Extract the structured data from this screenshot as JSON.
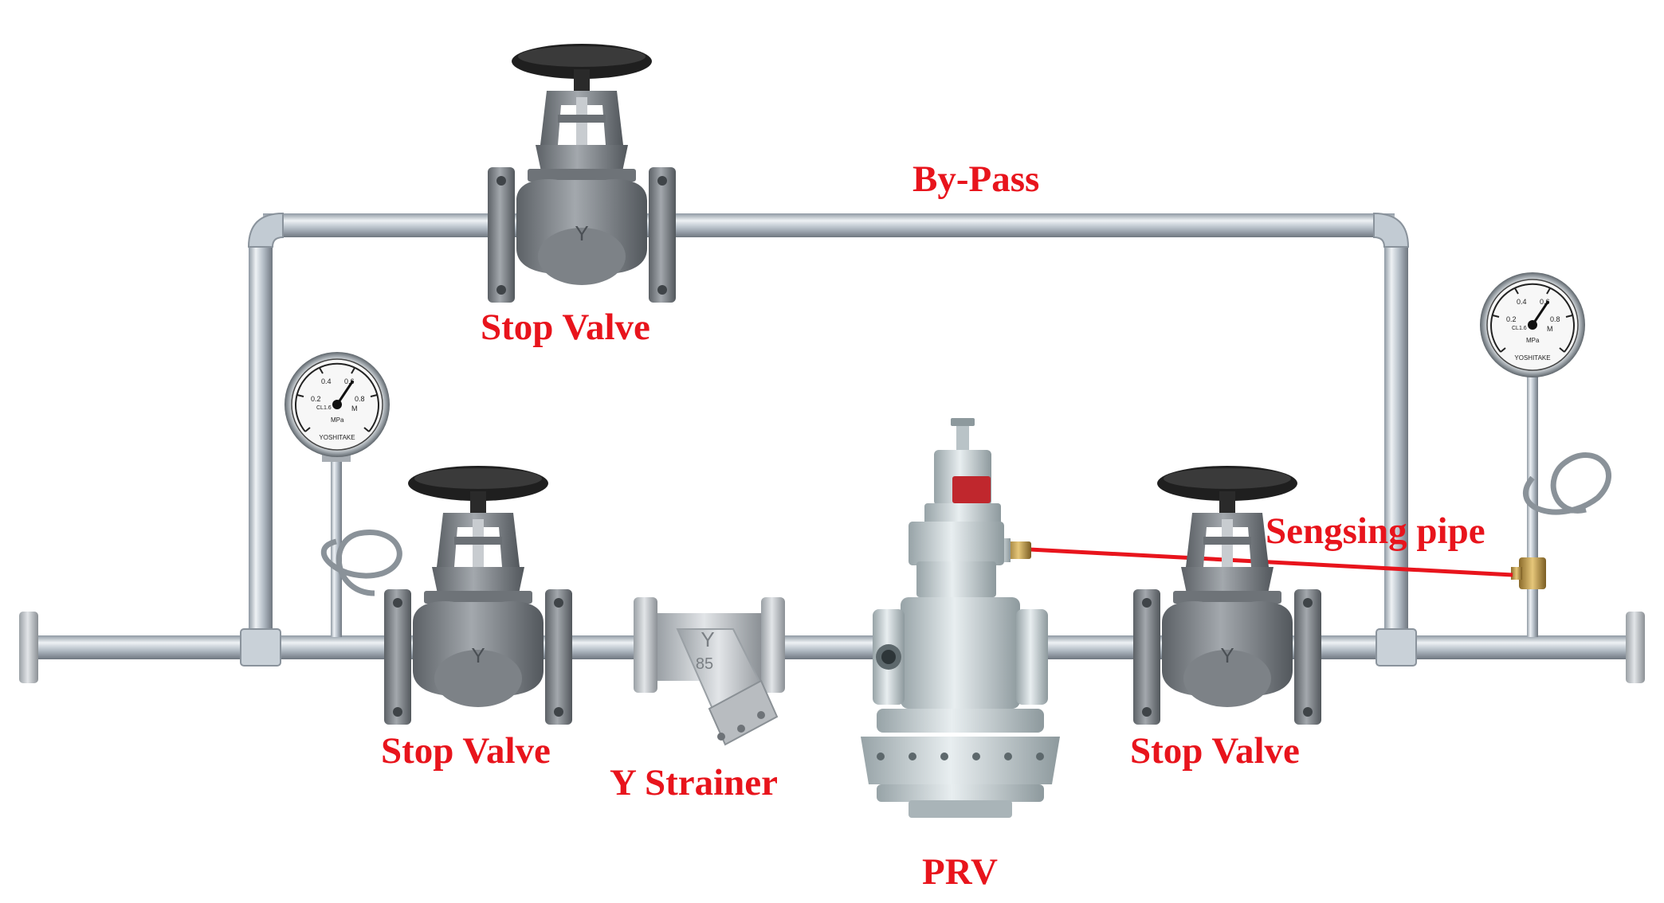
{
  "colors": {
    "label": "#e8141c",
    "sensing_line": "#e8141c",
    "pipe": "#b8c2cc",
    "valve_body": "#7d8287",
    "handwheel": "#1f1f1f",
    "prv_body": "#c9d3d6",
    "strainer_body": "#c8cbce",
    "gauge_face": "#f7f7f7"
  },
  "labels": {
    "bypass": "By-Pass",
    "bypass_stop_valve": "Stop Valve",
    "inlet_stop_valve": "Stop Valve",
    "y_strainer": "Y Strainer",
    "prv": "PRV",
    "outlet_stop_valve": "Stop Valve",
    "sensing_pipe": "Sengsing pipe"
  },
  "components": [
    {
      "id": "inlet-pressure-gauge",
      "icon": "pressure-gauge-icon"
    },
    {
      "id": "inlet-stop-valve",
      "icon": "globe-valve-icon"
    },
    {
      "id": "y-strainer",
      "icon": "y-strainer-icon"
    },
    {
      "id": "pressure-reducing-valve",
      "icon": "prv-icon"
    },
    {
      "id": "outlet-stop-valve",
      "icon": "globe-valve-icon"
    },
    {
      "id": "outlet-pressure-gauge",
      "icon": "pressure-gauge-icon"
    },
    {
      "id": "bypass-stop-valve",
      "icon": "globe-valve-icon"
    }
  ],
  "gauges": {
    "scale": [
      "0.2",
      "0.4",
      "0.6",
      "0.8"
    ],
    "unit": "MPa",
    "class": "CL1.6",
    "mark": "M",
    "brand": "YOSHITAKE"
  },
  "strainer_casting": {
    "top": "Y",
    "bottom": "85"
  }
}
